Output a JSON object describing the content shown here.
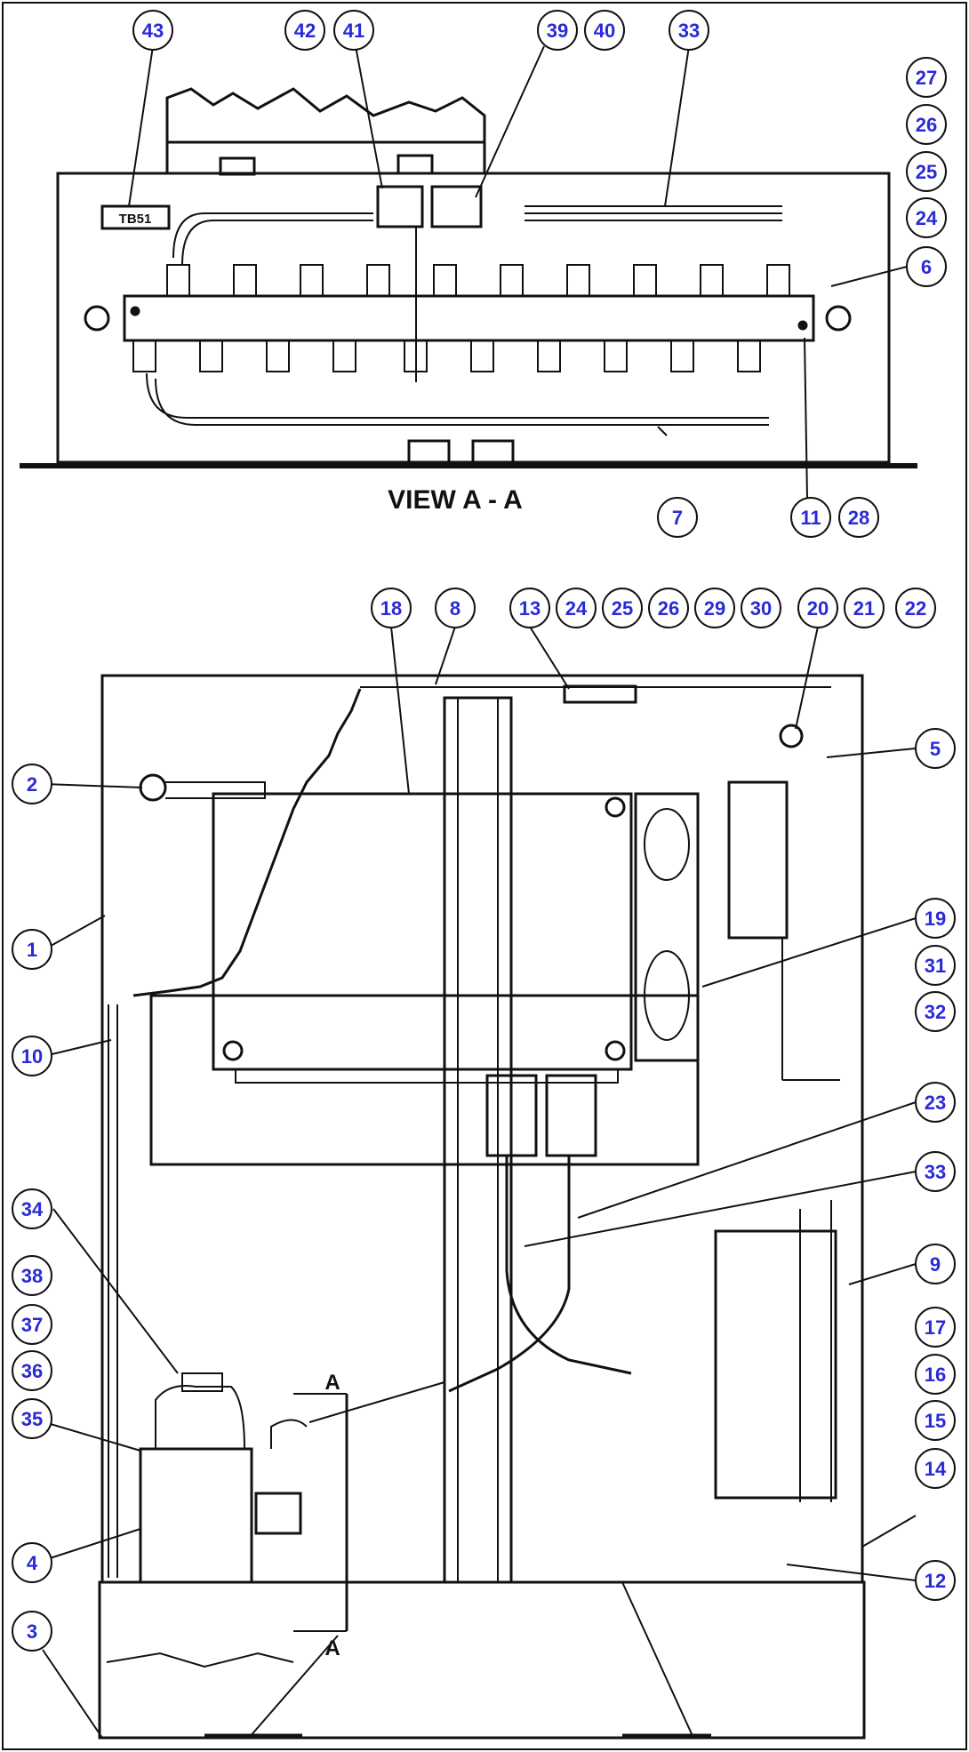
{
  "view_label": "VIEW A - A",
  "terminal_tag": "TB51",
  "section_mark": "A",
  "colors": {
    "callout_text": "#2a2ad6",
    "line": "#111111",
    "background": "#ffffff"
  },
  "callouts_view_a": [
    "43",
    "42",
    "41",
    "39",
    "40",
    "33",
    "27",
    "26",
    "25",
    "24",
    "6",
    "7",
    "11",
    "28"
  ],
  "callouts_main": [
    "18",
    "8",
    "13",
    "24",
    "25",
    "26",
    "29",
    "30",
    "20",
    "21",
    "22",
    "2",
    "5",
    "1",
    "19",
    "31",
    "32",
    "10",
    "23",
    "33",
    "34",
    "9",
    "38",
    "37",
    "36",
    "35",
    "17",
    "16",
    "15",
    "14",
    "4",
    "12",
    "3"
  ]
}
